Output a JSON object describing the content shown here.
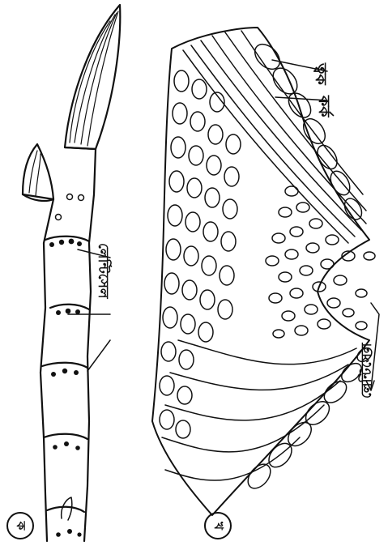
{
  "labels": {
    "twak": "ত্বক",
    "kark": "কর্ক",
    "lenticel_a": "লেন্টিসেল",
    "lenticel_b": "লেন্টিসেল",
    "panel_a": "ক",
    "panel_b": "খ"
  },
  "colors": {
    "ink": "#111111",
    "paper": "#ffffff"
  }
}
